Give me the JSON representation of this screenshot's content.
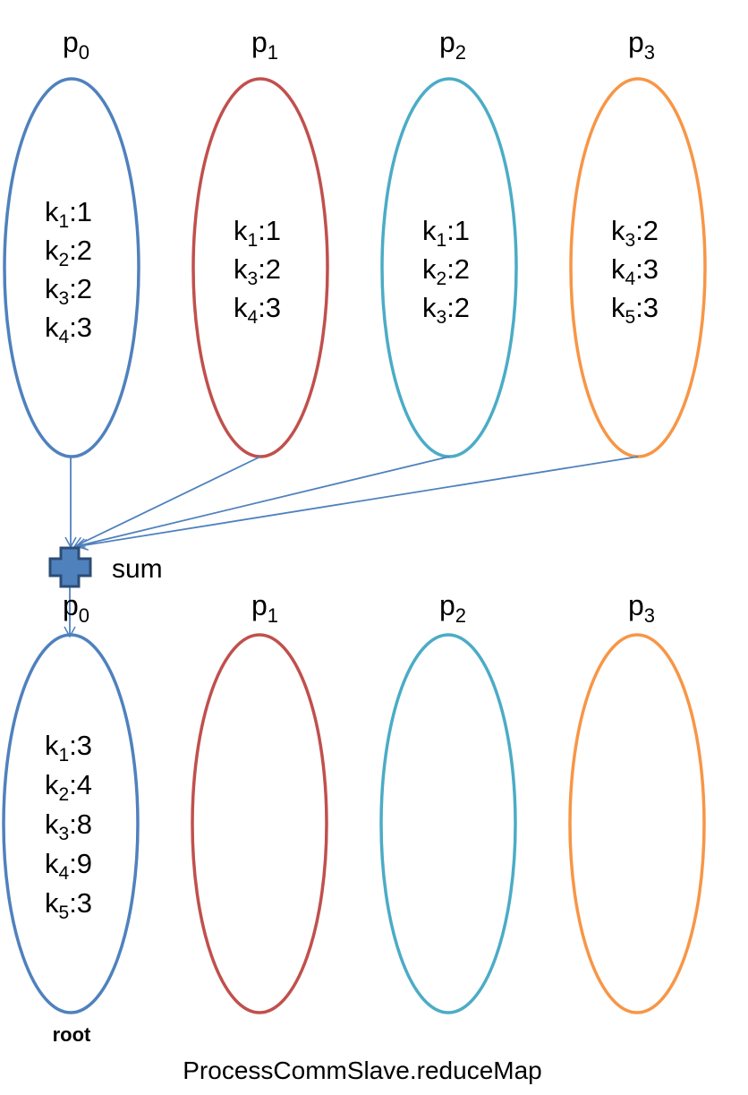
{
  "colors": {
    "p0": "#4F81BD",
    "p1": "#C0504D",
    "p2": "#4BACC6",
    "p3": "#F79646",
    "arrow": "#4F81BD",
    "plus_fill": "#4F81BD",
    "plus_stroke": "#2C4D75"
  },
  "top_row": {
    "processes": [
      {
        "base": "p",
        "sub": "0",
        "entries": [
          {
            "key": "k",
            "sub": "1",
            "value": ":1"
          },
          {
            "key": "k",
            "sub": "2",
            "value": ":2"
          },
          {
            "key": "k",
            "sub": "3",
            "value": ":2"
          },
          {
            "key": "k",
            "sub": "4",
            "value": ":3"
          }
        ]
      },
      {
        "base": "p",
        "sub": "1",
        "entries": [
          {
            "key": "k",
            "sub": "1",
            "value": ":1"
          },
          {
            "key": "k",
            "sub": "3",
            "value": ":2"
          },
          {
            "key": "k",
            "sub": "4",
            "value": ":3"
          }
        ]
      },
      {
        "base": "p",
        "sub": "2",
        "entries": [
          {
            "key": "k",
            "sub": "1",
            "value": ":1"
          },
          {
            "key": "k",
            "sub": "2",
            "value": ":2"
          },
          {
            "key": "k",
            "sub": "3",
            "value": ":2"
          }
        ]
      },
      {
        "base": "p",
        "sub": "3",
        "entries": [
          {
            "key": "k",
            "sub": "3",
            "value": ":2"
          },
          {
            "key": "k",
            "sub": "4",
            "value": ":3"
          },
          {
            "key": "k",
            "sub": "5",
            "value": ":3"
          }
        ]
      }
    ]
  },
  "operation": {
    "label": "sum",
    "icon": "plus-icon"
  },
  "bottom_row": {
    "processes": [
      {
        "base": "p",
        "sub": "0",
        "entries": [
          {
            "key": "k",
            "sub": "1",
            "value": ":3"
          },
          {
            "key": "k",
            "sub": "2",
            "value": ":4"
          },
          {
            "key": "k",
            "sub": "3",
            "value": ":8"
          },
          {
            "key": "k",
            "sub": "4",
            "value": ":9"
          },
          {
            "key": "k",
            "sub": "5",
            "value": ":3"
          }
        ]
      },
      {
        "base": "p",
        "sub": "1",
        "entries": []
      },
      {
        "base": "p",
        "sub": "2",
        "entries": []
      },
      {
        "base": "p",
        "sub": "3",
        "entries": []
      }
    ],
    "root_label": "root"
  },
  "caption": "ProcessCommSlave.reduceMap"
}
